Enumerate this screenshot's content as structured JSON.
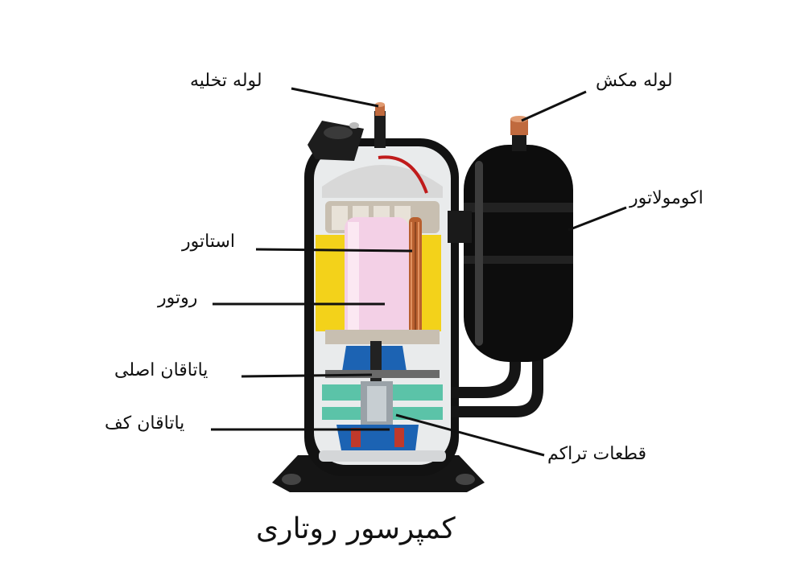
{
  "labels": {
    "discharge_pipe": "لوله تخلیه",
    "suction_pipe": "لوله مکش",
    "accumulator": "اکومولاتور",
    "stator": "استاتور",
    "rotor": "روتور",
    "main_bearing": "یاتاقان اصلی",
    "bottom_bearing": "یاتاقان کف",
    "compression_parts": "قطعات تراکم"
  },
  "caption": "کمپرسور روتاری",
  "colors": {
    "stator": "#f3d21a",
    "rotor": "#f3d0e6",
    "shell": "#111111",
    "copper": "#c06a3e",
    "teal": "#5bc3a8",
    "blue": "#1c63b3"
  }
}
